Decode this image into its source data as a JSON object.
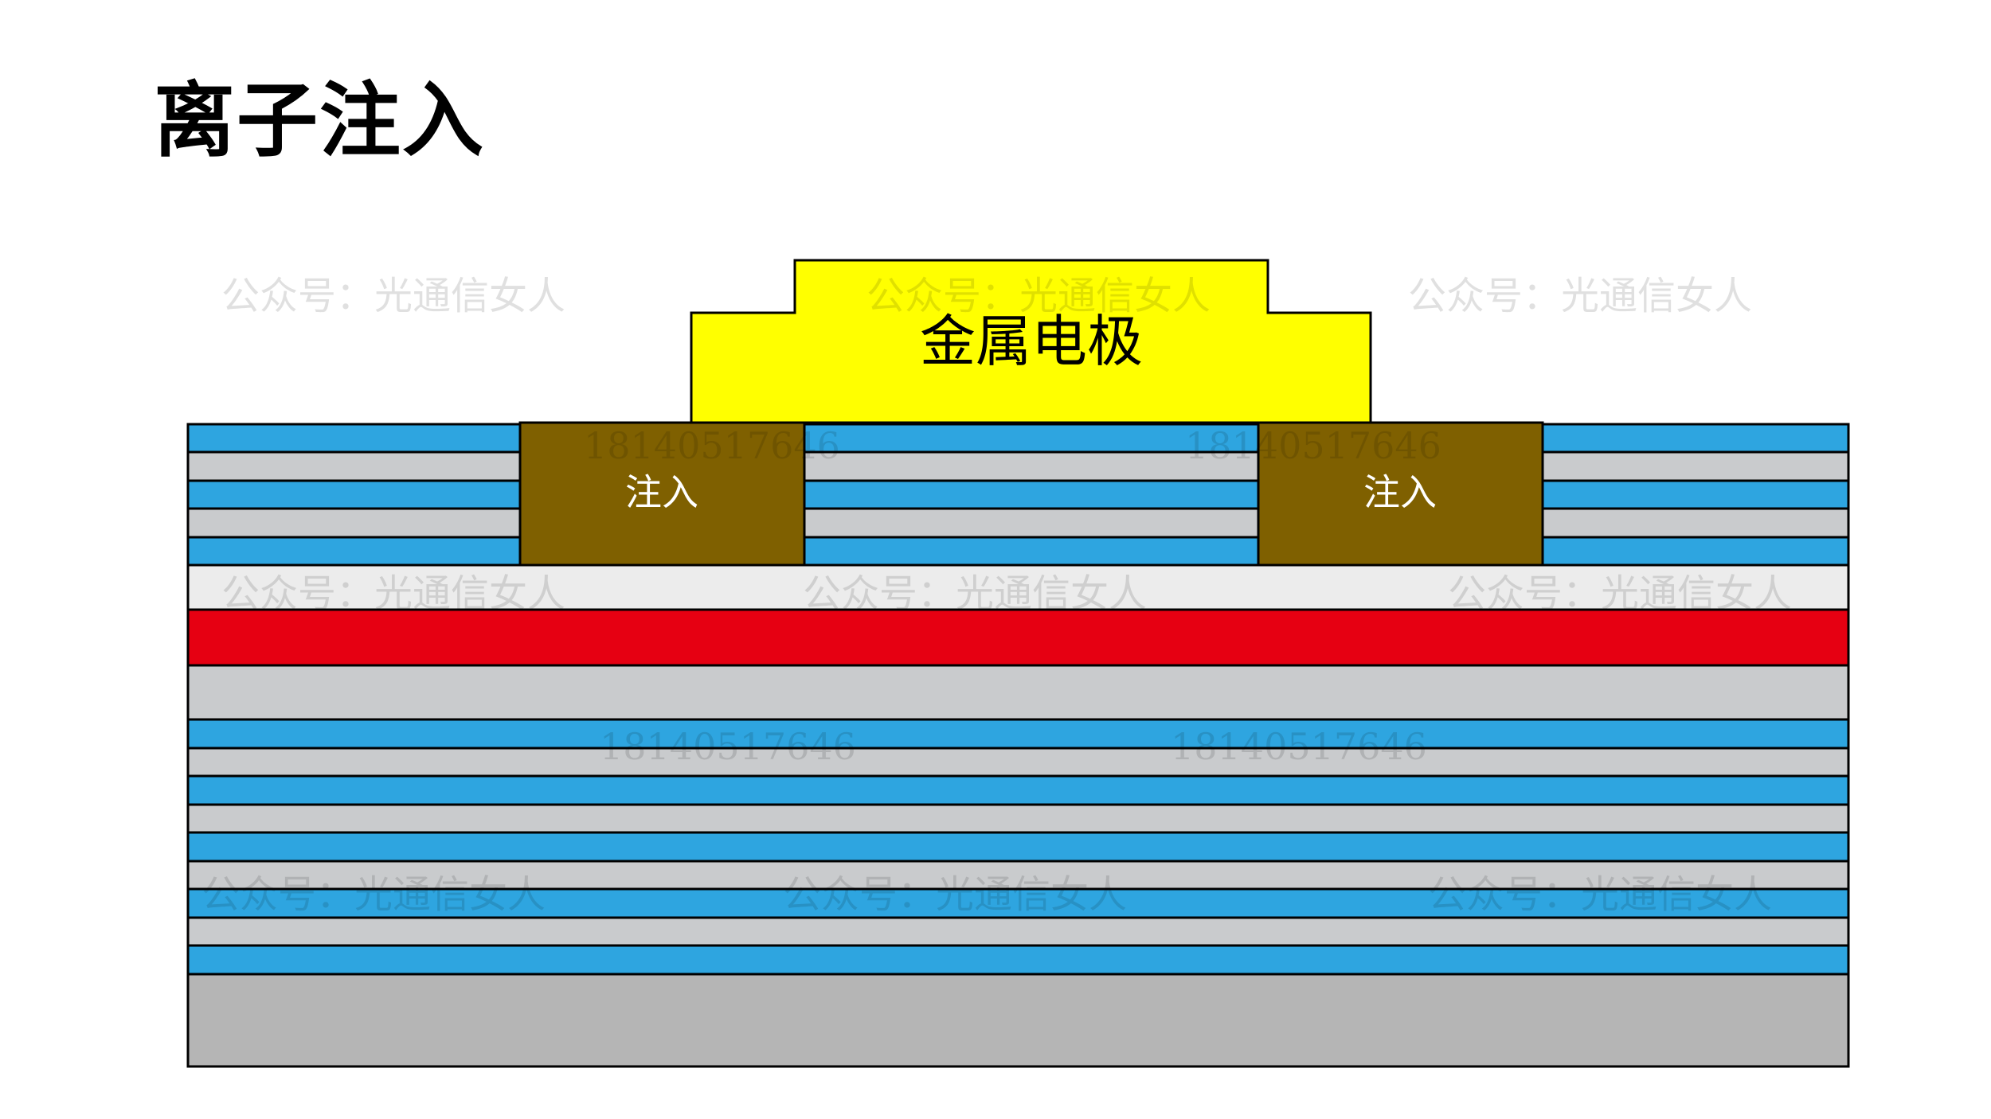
{
  "title": "离子注入",
  "labels": {
    "electrode": "金属电极",
    "implant_left": "注入",
    "implant_right": "注入"
  },
  "watermarks": {
    "account": "公众号：光通信女人",
    "phone": "18140517646"
  },
  "colors": {
    "blue_layer": "#2ea5e0",
    "gray_layer": "#c9cbcd",
    "light_layer": "#ececec",
    "active_layer": "#e60012",
    "spacer_layer": "#c9cbcd",
    "substrate": "#b5b5b5",
    "electrode": "#ffff00",
    "implant": "#7f6000"
  }
}
